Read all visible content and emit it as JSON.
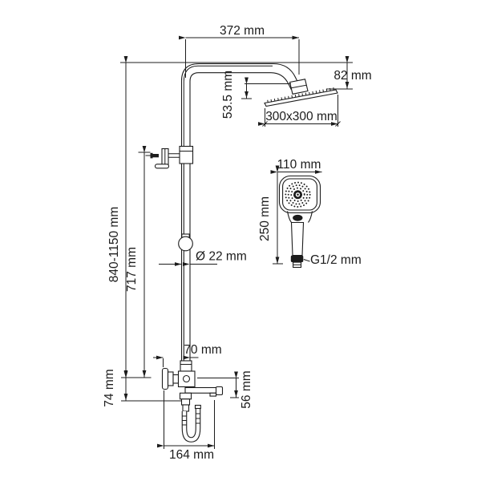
{
  "ink": "#1c1c1c",
  "dimensions": {
    "arm_reach": "372 mm",
    "head_drop": "82 mm",
    "head_plate_offset": "53.5 mm",
    "head_size": "300x300 mm",
    "hand_shower_width": "110 mm",
    "hand_shower_length": "250 mm",
    "hose_connection": "G1/2 mm",
    "column_height": "840-1150 mm",
    "bracket_height": "717 mm",
    "pipe_diameter": "Ø 22 mm",
    "mixer_offset": "70 mm",
    "mixer_drop": "74 mm",
    "spout_drop": "56 mm",
    "spout_reach": "164 mm"
  }
}
